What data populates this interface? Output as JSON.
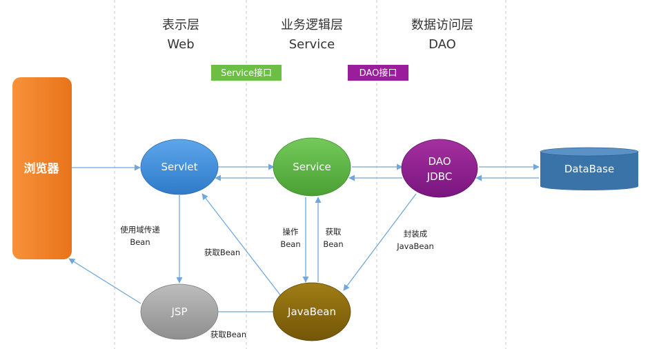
{
  "layers": {
    "presentation": {
      "title": "表示层",
      "subtitle": "Web"
    },
    "business": {
      "title": "业务逻辑层",
      "subtitle": "Service"
    },
    "data_access": {
      "title": "数据访问层",
      "subtitle": "DAO"
    }
  },
  "interfaces": {
    "service": "Service接口",
    "dao": "DAO接口"
  },
  "nodes": {
    "browser": "浏览器",
    "servlet": "Servlet",
    "service": "Service",
    "dao_line1": "DAO",
    "dao_line2": "JDBC",
    "database": "DataBase",
    "jsp": "JSP",
    "javabean": "JavaBean"
  },
  "edge_labels": {
    "servlet_to_jsp_line1": "使用域传递",
    "servlet_to_jsp_line2": "Bean",
    "servlet_get_bean": "获取Bean",
    "service_operate_line1": "操作",
    "service_operate_line2": "Bean",
    "service_get_line1": "获取",
    "service_get_line2": "Bean",
    "dao_wrap_line1": "封装成",
    "dao_wrap_line2": "JavaBean",
    "jsp_get_bean": "获取Bean"
  },
  "colors": {
    "browser": "#F58220",
    "node_blue": "#3F8FD9",
    "node_green": "#5DB544",
    "node_purple": "#8E1E92",
    "node_gray": "#A6A6A6",
    "node_olive": "#8B6A0C",
    "database": "#3A73A8",
    "interface_service": "#6DBE45",
    "interface_dao": "#9A1E9C",
    "arrow": "#6FA8DC",
    "divider": "#C8C8C8"
  }
}
